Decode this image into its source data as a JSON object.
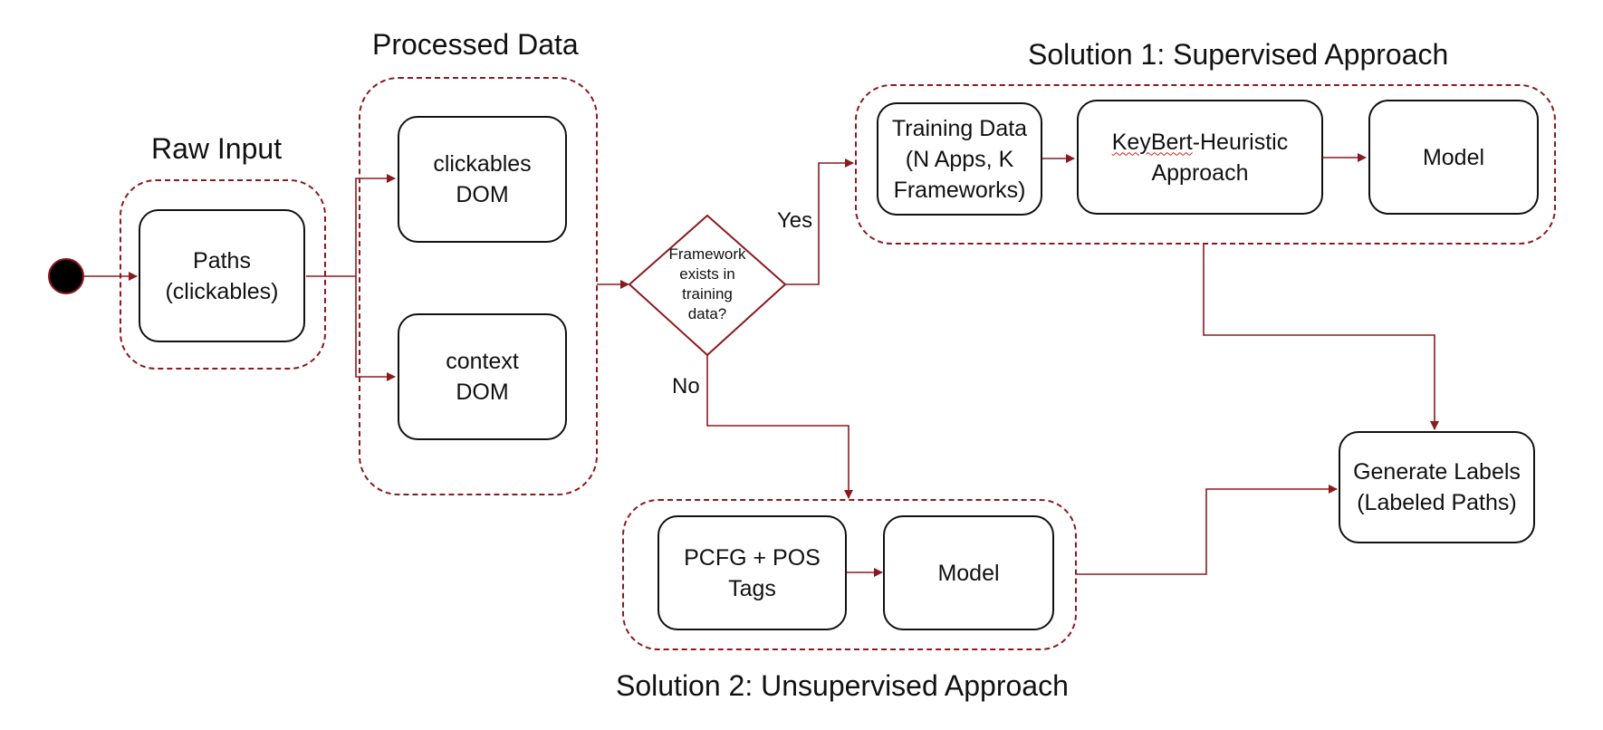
{
  "colors": {
    "accent": "#8b1a1f",
    "border": "#111111",
    "start_node": "#000000"
  },
  "titles": {
    "raw_input": "Raw Input",
    "processed_data": "Processed Data",
    "solution1": "Solution 1: Supervised Approach",
    "solution2": "Solution 2: Unsupervised Approach"
  },
  "nodes": {
    "paths": "Paths\n(clickables)",
    "clickables_dom": "clickables\nDOM",
    "context_dom": "context\nDOM",
    "decision": "Framework\nexists in\ntraining\ndata?",
    "training_data": "Training  Data\n(N Apps, K\nFrameworks)",
    "keybert_word": "KeyBert",
    "keybert_rest": "-Heuristic\nApproach",
    "model1": "Model",
    "pcfg": "PCFG + POS\nTags",
    "model2": "Model",
    "generate_labels": "Generate Labels\n(Labeled Paths)"
  },
  "edges": {
    "yes": "Yes",
    "no": "No"
  }
}
